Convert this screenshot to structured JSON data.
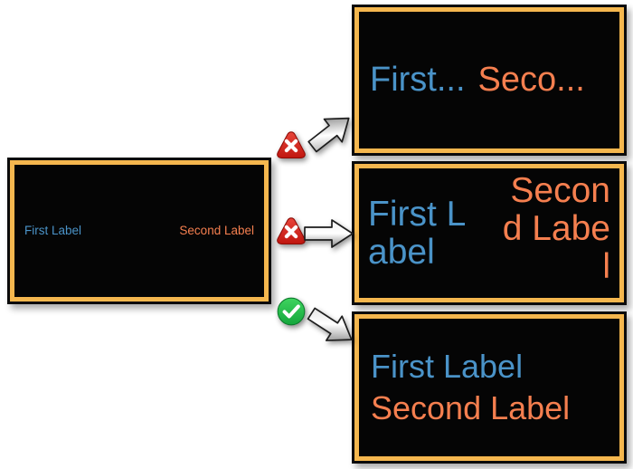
{
  "page": {
    "background_color": "#ffffff",
    "accent_border_color": "#f5b74e",
    "screen_color": "#000000",
    "first_label_color": "#4a93c8",
    "second_label_color": "#f57f4f",
    "error_color": "#d62d20",
    "success_color": "#22b14c"
  },
  "source_panel": {
    "name": "source-layout",
    "first_label": "First Label",
    "second_label": "Second Label"
  },
  "results": [
    {
      "name": "truncated",
      "status": "error",
      "status_icon": "error-triangle-icon",
      "arrow_icon": "arrow-up-right-icon",
      "first_label": "First...",
      "second_label": "Seco..."
    },
    {
      "name": "wrapped",
      "status": "error",
      "status_icon": "error-triangle-icon",
      "arrow_icon": "arrow-right-icon",
      "first_label": "First Label",
      "second_label": "Second Label"
    },
    {
      "name": "correct",
      "status": "success",
      "status_icon": "success-check-icon",
      "arrow_icon": "arrow-down-right-icon",
      "first_label": "First Label",
      "second_label": "Second Label"
    }
  ]
}
